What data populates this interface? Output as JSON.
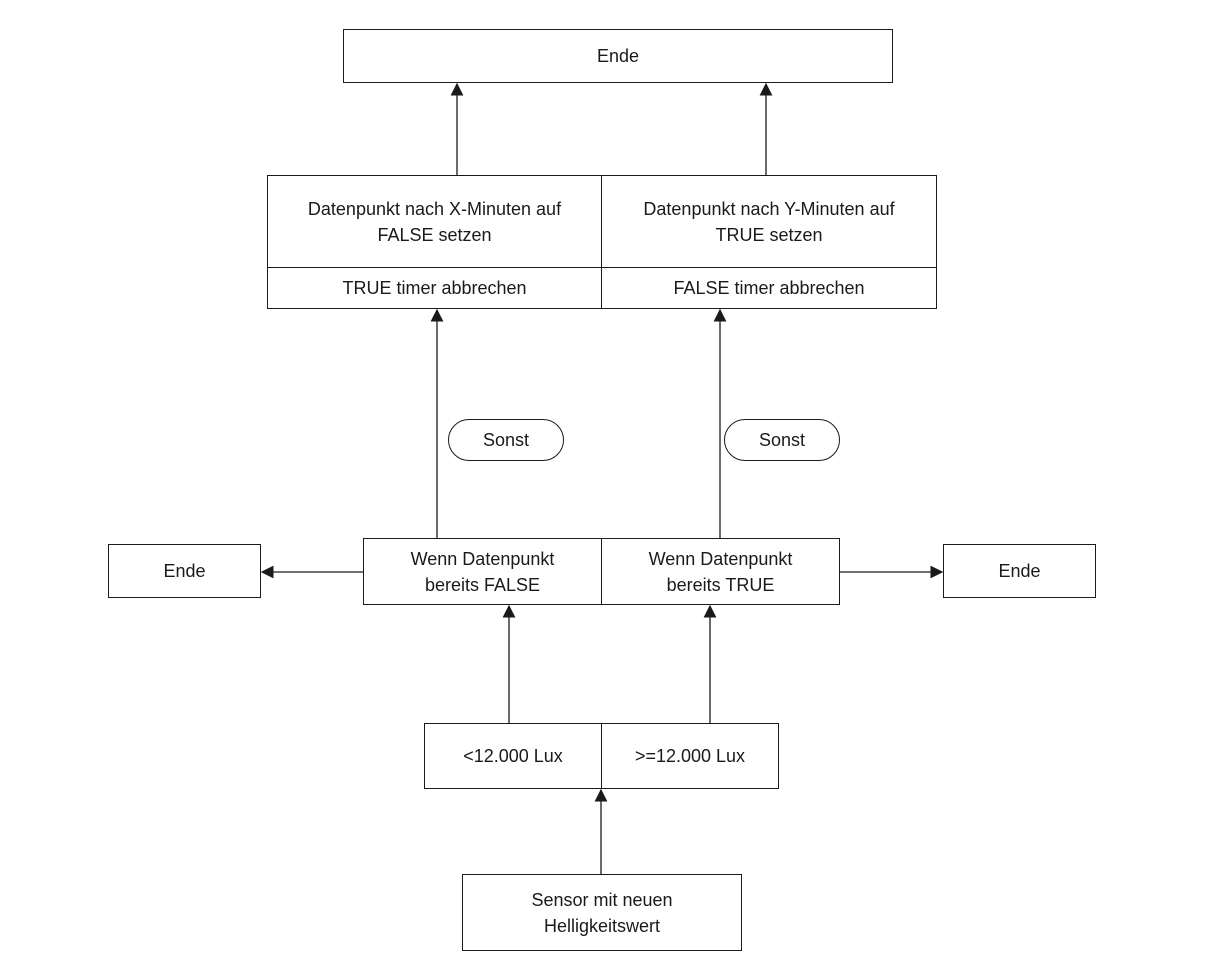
{
  "nodes": {
    "top_end": "Ende",
    "left_action": {
      "main": "Datenpunkt nach X-Minuten auf FALSE setzen",
      "sub": "TRUE timer abbrechen"
    },
    "right_action": {
      "main": "Datenpunkt nach Y-Minuten auf TRUE setzen",
      "sub": "FALSE timer abbrechen"
    },
    "left_condition_label": "Sonst",
    "right_condition_label": "Sonst",
    "check_false": "Wenn Datenpunkt bereits FALSE",
    "check_true": "Wenn Datenpunkt bereits TRUE",
    "left_end": "Ende",
    "right_end": "Ende",
    "below_threshold": "<12.000 Lux",
    "above_threshold": ">=12.000 Lux",
    "sensor": "Sensor mit neuen Helligkeitswert"
  }
}
